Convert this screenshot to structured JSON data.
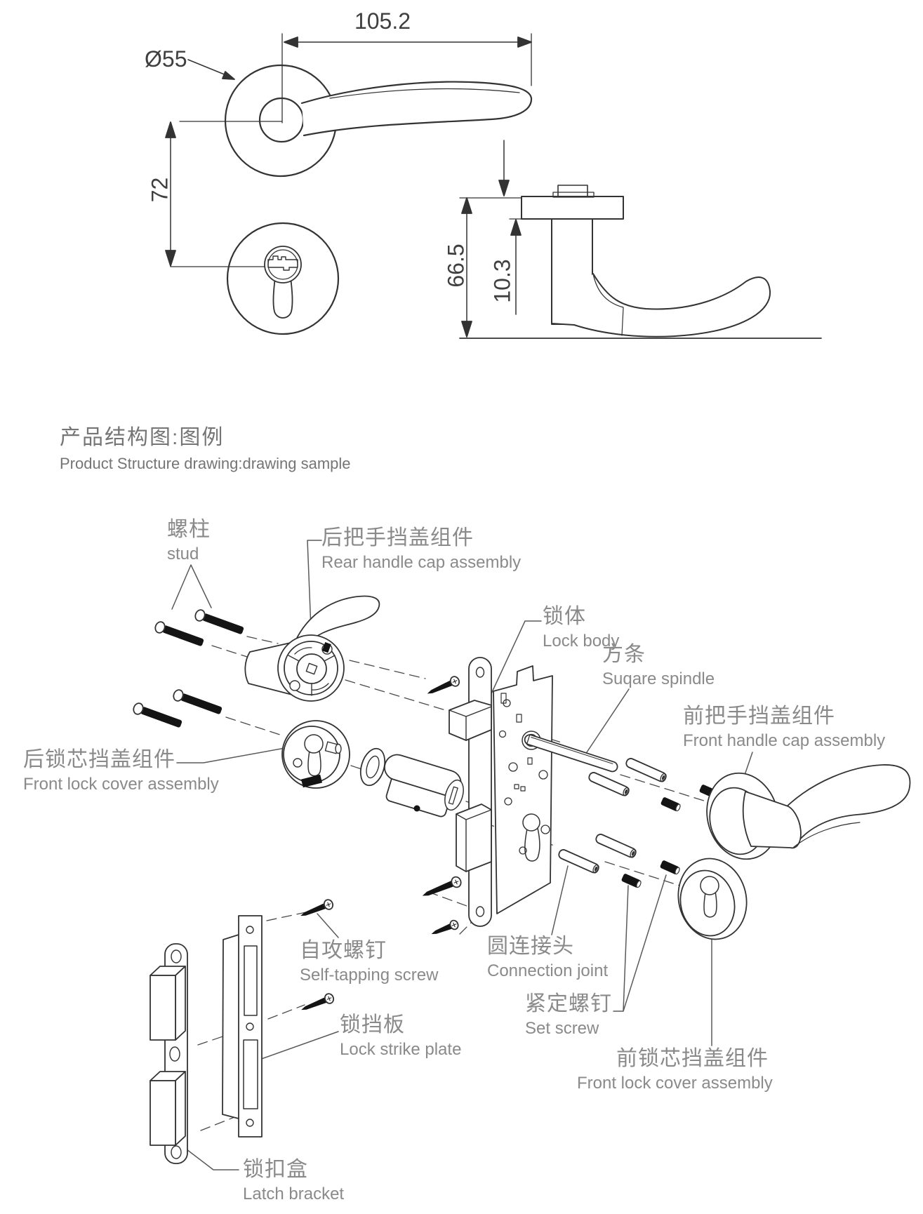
{
  "palette": {
    "background": "#ffffff",
    "line": "#333333",
    "leader": "#5a5a5a",
    "label_text": "#8a8a8a",
    "dim_text": "#3f3f3f",
    "title_text": "#757575",
    "black_part": "#141414"
  },
  "title": {
    "zh": "产品结构图:图例",
    "en": "Product Structure drawing:drawing sample"
  },
  "dimensions": {
    "lever_length": "105.2",
    "rose_diameter": "Ø55",
    "handle_to_cylinder": "72",
    "overall_height": "66.5",
    "rose_thickness": "10.3"
  },
  "parts": [
    {
      "id": "stud",
      "zh": "螺柱",
      "en": "stud"
    },
    {
      "id": "rear-handle-cap",
      "zh": "后把手挡盖组件",
      "en": "Rear handle cap assembly"
    },
    {
      "id": "lock-body",
      "zh": "锁体",
      "en": "Lock body"
    },
    {
      "id": "square-spindle",
      "zh": "方条",
      "en": "Suqare spindle"
    },
    {
      "id": "front-handle-cap",
      "zh": "前把手挡盖组件",
      "en": "Front handle cap assembly"
    },
    {
      "id": "rear-lock-cover",
      "zh": "后锁芯挡盖组件",
      "en": "Front lock cover assembly"
    },
    {
      "id": "self-tapping-screw",
      "zh": "自攻螺钉",
      "en": "Self-tapping screw"
    },
    {
      "id": "connection-joint",
      "zh": "圆连接头",
      "en": "Connection joint"
    },
    {
      "id": "strike-plate",
      "zh": "锁挡板",
      "en": "Lock strike plate"
    },
    {
      "id": "set-screw",
      "zh": "紧定螺钉",
      "en": "Set screw"
    },
    {
      "id": "front-lock-cover",
      "zh": "前锁芯挡盖组件",
      "en": "Front lock cover assembly"
    },
    {
      "id": "latch-bracket",
      "zh": "锁扣盒",
      "en": "Latch bracket"
    }
  ]
}
